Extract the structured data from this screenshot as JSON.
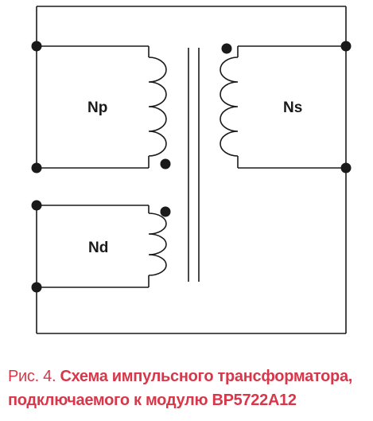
{
  "colors": {
    "line": "#1a1a1a",
    "caption": "#d8374a"
  },
  "windings": {
    "primary": "Np",
    "secondary": "Ns",
    "auxiliary": "Nd"
  },
  "caption": {
    "prefix": "Рис. 4. ",
    "title_line1": "Схема импульсного трансформатора,",
    "title_line2": "подключаемого к модулю BP5722A12"
  }
}
